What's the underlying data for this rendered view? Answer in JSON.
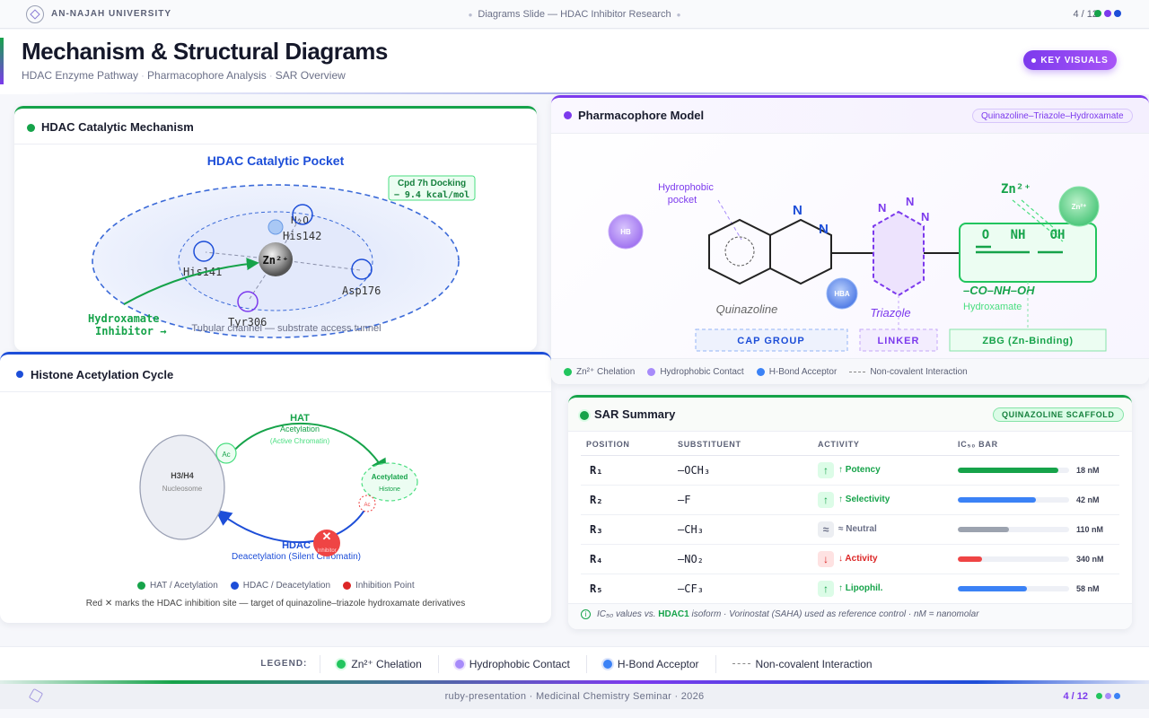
{
  "topbar": {
    "university": "AN-NAJAH UNIVERSITY",
    "center": "Diagrams Slide — HDAC Inhibitor Research",
    "page": "4 / 12"
  },
  "header": {
    "title": "Mechanism & Structural Diagrams",
    "subtitle_parts": [
      "HDAC Enzyme Pathway",
      "Pharmacophore Analysis",
      "SAR Overview"
    ],
    "badge": "KEY VISUALS"
  },
  "hdac": {
    "title": "HDAC Catalytic Mechanism",
    "pocket_label": "HDAC Catalytic Pocket",
    "docking_line1": "Cpd 7h Docking",
    "docking_line2": "− 9.4 kcal/mol",
    "zinc": "Zn²⁺",
    "h2o": "H₂O",
    "his142": "His142",
    "his141": "His141",
    "asp176": "Asp176",
    "tyr306": "Tyr306",
    "inhibitor_line1": "Hydroxamate",
    "inhibitor_line2": "Inhibitor →",
    "tunnel": "Tubular channel — substrate access tunnel"
  },
  "histone": {
    "title": "Histone Acetylation Cycle",
    "hat": "HAT",
    "hat_sub": "Acetylation",
    "hat_note": "(Active Chromatin)",
    "nucleosome": "H3/H4",
    "nucleosome_sub": "Nucleosome",
    "ac": "Ac",
    "acetylated": "Acetylated",
    "acetylated_sub": "Histone",
    "hdac": "HDAC",
    "hdac_sub": "Deacetylation (Silent Chromatin)",
    "inhibitor": "Inhibitor",
    "legend": [
      "HAT / Acetylation",
      "HDAC / Deacetylation",
      "Inhibition Point"
    ],
    "note": "Red ✕ marks the HDAC inhibition site — target of quinazoline–triazole hydroxamate derivatives"
  },
  "pharm": {
    "title": "Pharmacophore Model",
    "tag": "Quinazoline–Triazole–Hydroxamate",
    "hb": "HB",
    "hba": "HBA",
    "zn": "Zn²⁺",
    "zn_label": "Zn²⁺",
    "hydrophobic_line1": "Hydrophobic",
    "hydrophobic_line2": "pocket",
    "n": "N",
    "quinazoline": "Quinazoline",
    "triazole": "Triazole",
    "o": "O",
    "nh": "NH",
    "oh": "OH",
    "formula": "–CO–NH–OH",
    "hydroxamate": "Hydroxamate",
    "cap": "CAP GROUP",
    "linker": "LINKER",
    "zbg": "ZBG (Zn-Binding)",
    "legend": [
      "Zn²⁺ Chelation",
      "Hydrophobic Contact",
      "H-Bond Acceptor",
      "Non-covalent Interaction"
    ]
  },
  "sar": {
    "title": "SAR Summary",
    "tag": "QUINAZOLINE SCAFFOLD",
    "headers": [
      "POSITION",
      "SUBSTITUENT",
      "ACTIVITY",
      "IC₅₀ BAR"
    ],
    "rows": [
      {
        "pos": "R₁",
        "sub": "–OCH₃",
        "icon": "↑",
        "activity": "↑ Potency",
        "value": "18 nM",
        "level": 0.9,
        "color": "#16a34a",
        "tone": "green"
      },
      {
        "pos": "R₂",
        "sub": "–F",
        "icon": "↑",
        "activity": "↑ Selectivity",
        "value": "42 nM",
        "level": 0.7,
        "color": "#3b82f6",
        "tone": "green"
      },
      {
        "pos": "R₃",
        "sub": "–CH₃",
        "icon": "≈",
        "activity": "≈ Neutral",
        "value": "110 nM",
        "level": 0.46,
        "color": "#9ca3af",
        "tone": "gray"
      },
      {
        "pos": "R₄",
        "sub": "–NO₂",
        "icon": "↓",
        "activity": "↓ Activity",
        "value": "340 nM",
        "level": 0.22,
        "color": "#ef4444",
        "tone": "red"
      },
      {
        "pos": "R₅",
        "sub": "–CF₃",
        "icon": "↑",
        "activity": "↑ Lipophil.",
        "value": "58 nM",
        "level": 0.62,
        "color": "#3b82f6",
        "tone": "green"
      }
    ],
    "note_pre": "IC₅₀ values vs.",
    "note_bold": "HDAC1",
    "note_post": "isoform · Vorinostat (SAHA) used as reference control · nM = nanomolar"
  },
  "legend_bar": {
    "label": "LEGEND:",
    "items": [
      "Zn²⁺ Chelation",
      "Hydrophobic Contact",
      "H-Bond Acceptor",
      "Non-covalent Interaction"
    ]
  },
  "footer": {
    "text": "ruby-presentation · Medicinal Chemistry Seminar · 2026",
    "page": "4 / 12"
  },
  "colors": {
    "green": "#16a34a",
    "purple": "#7c3aed",
    "blue": "#1d4ed8",
    "red": "#dc2626"
  }
}
